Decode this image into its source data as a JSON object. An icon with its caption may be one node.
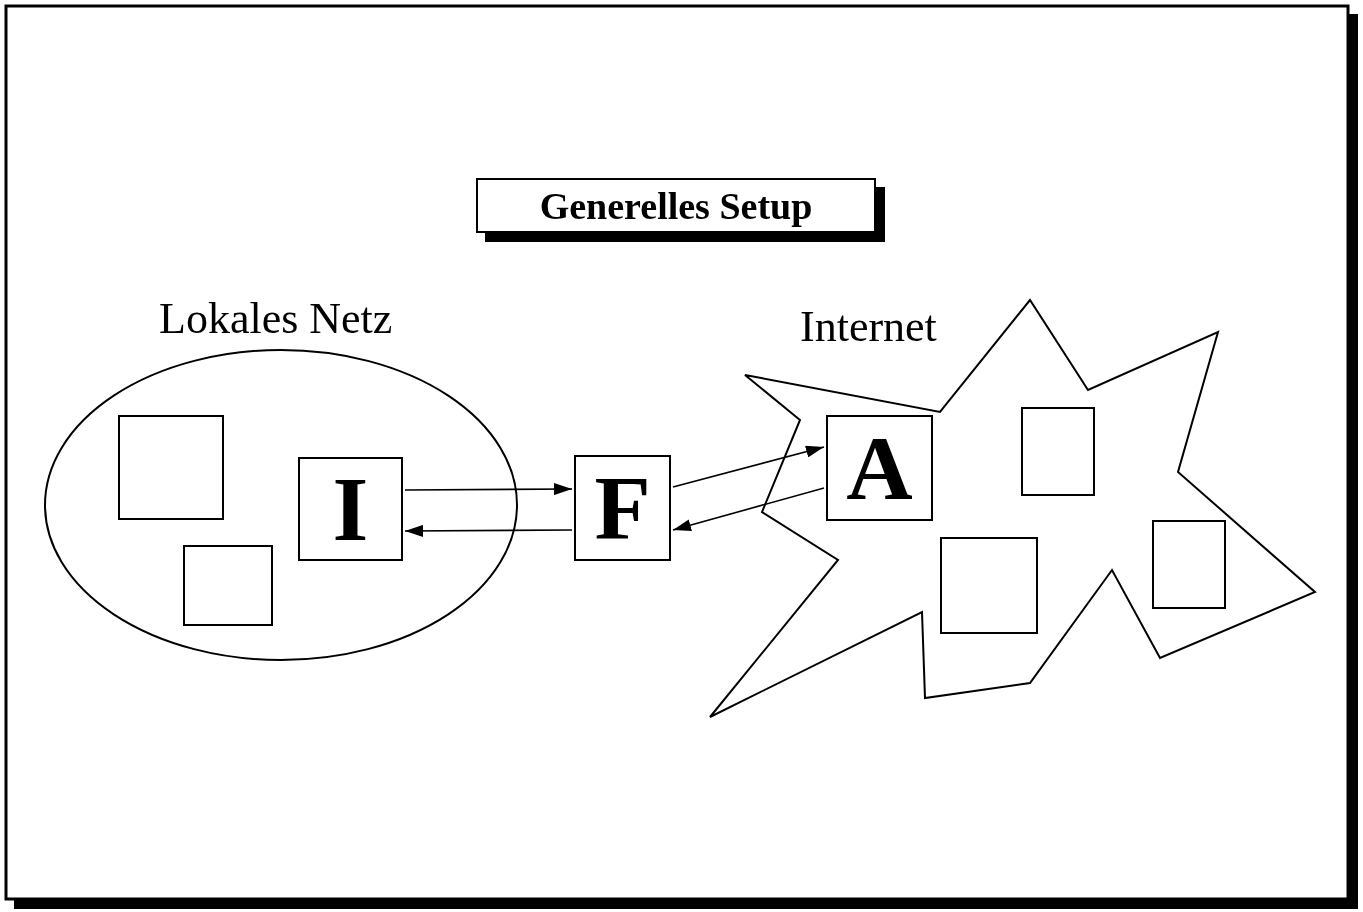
{
  "diagram": {
    "title": "Generelles Setup",
    "nodes": [
      {
        "text": [
          "Lokales Netz"
        ]
      },
      {
        "text": [],
        "shape": "box",
        "in": 0
      },
      {
        "text": [],
        "shape": "box",
        "in": 0
      },
      {
        "text": [
          "I"
        ],
        "in": 0
      },
      {
        "text": [
          "F"
        ]
      },
      {
        "text": [
          "Internet"
        ]
      },
      {
        "text": [
          "A"
        ],
        "in": 5
      },
      {
        "text": [],
        "shape": "box",
        "in": 5
      },
      {
        "text": [],
        "shape": "box",
        "in": 5
      },
      {
        "text": [],
        "shape": "box",
        "in": 5
      }
    ],
    "edges": [
      {
        "from": 3,
        "to": 4,
        "arrow": "to"
      },
      {
        "from": 4,
        "to": 3,
        "arrow": "to"
      },
      {
        "from": 4,
        "to": 6,
        "arrow": "to"
      },
      {
        "from": 6,
        "to": 4,
        "arrow": "to"
      }
    ]
  }
}
